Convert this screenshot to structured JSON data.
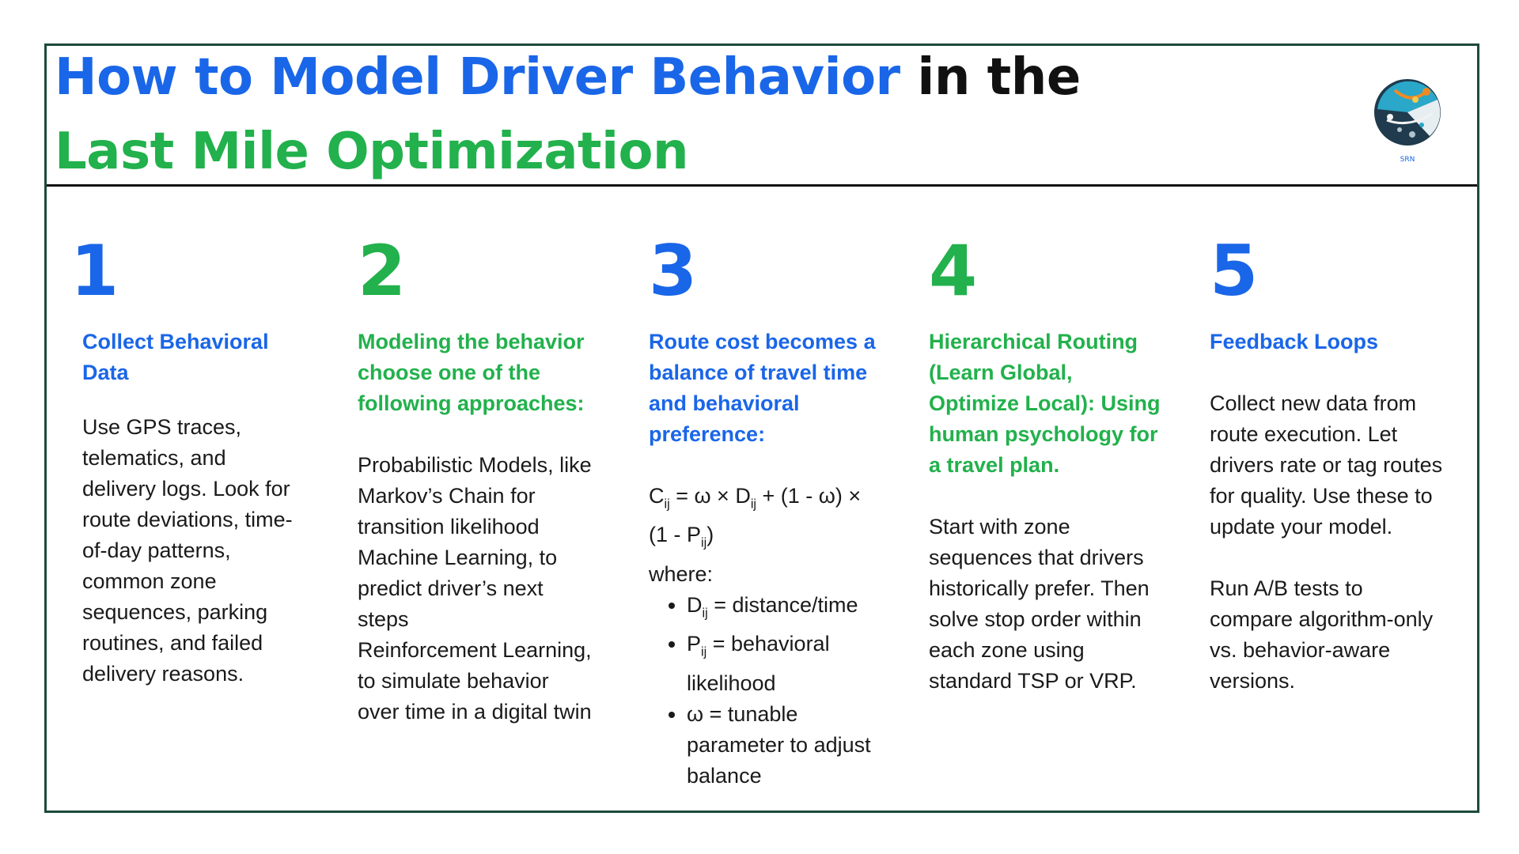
{
  "title": {
    "part1": "How to Model Driver Behavior",
    "part2": " in the",
    "line2": "Last Mile Optimization"
  },
  "logo": {
    "text": "SRN",
    "icon": "network-globe-logo"
  },
  "colors": {
    "blue": "#1a66e8",
    "green": "#22b14c",
    "border": "#1d4a3a"
  },
  "steps": [
    {
      "number": "1",
      "heading": "Collect Behavioral Data",
      "body": "Use GPS traces, telematics, and delivery logs. Look for route deviations, time-of-day patterns, common zone sequences, parking routines, and failed delivery reasons."
    },
    {
      "number": "2",
      "heading": "Modeling the behavior choose one of the following approaches:",
      "items": [
        "Probabilistic Models, like Markov’s Chain for transition likelihood",
        "Machine Learning, to predict driver’s next steps",
        "Reinforcement Learning, to simulate behavior over time in a digital twin"
      ]
    },
    {
      "number": "3",
      "heading": "Route cost becomes a balance of travel time and behavioral preference:",
      "formula": {
        "c": "C",
        "c_sub": "ij",
        "eq1": " = ω × D",
        "d_sub": "ij",
        "eq2": " + (1 - ω) × (1 - P",
        "p_sub": "ij",
        "eq3": ")"
      },
      "where": "where:",
      "bullets": [
        {
          "sym": "D",
          "sub": "ij",
          "text": " = distance/time"
        },
        {
          "sym": "P",
          "sub": "ij",
          "text": " = behavioral likelihood"
        },
        {
          "sym": "ω",
          "sub": "",
          "text": " = tunable parameter to adjust balance"
        }
      ]
    },
    {
      "number": "4",
      "heading": "Hierarchical Routing (Learn Global, Optimize Local): Using human psychology for  a travel plan.",
      "body": "Start with zone sequences that drivers historically prefer. Then solve stop order within each zone using standard TSP or VRP."
    },
    {
      "number": "5",
      "heading": "Feedback Loops",
      "body1": "Collect new data from route execution. Let drivers rate or tag routes for quality. Use these to update your model.",
      "body2": "Run A/B tests to compare algorithm-only vs. behavior-aware versions."
    }
  ]
}
